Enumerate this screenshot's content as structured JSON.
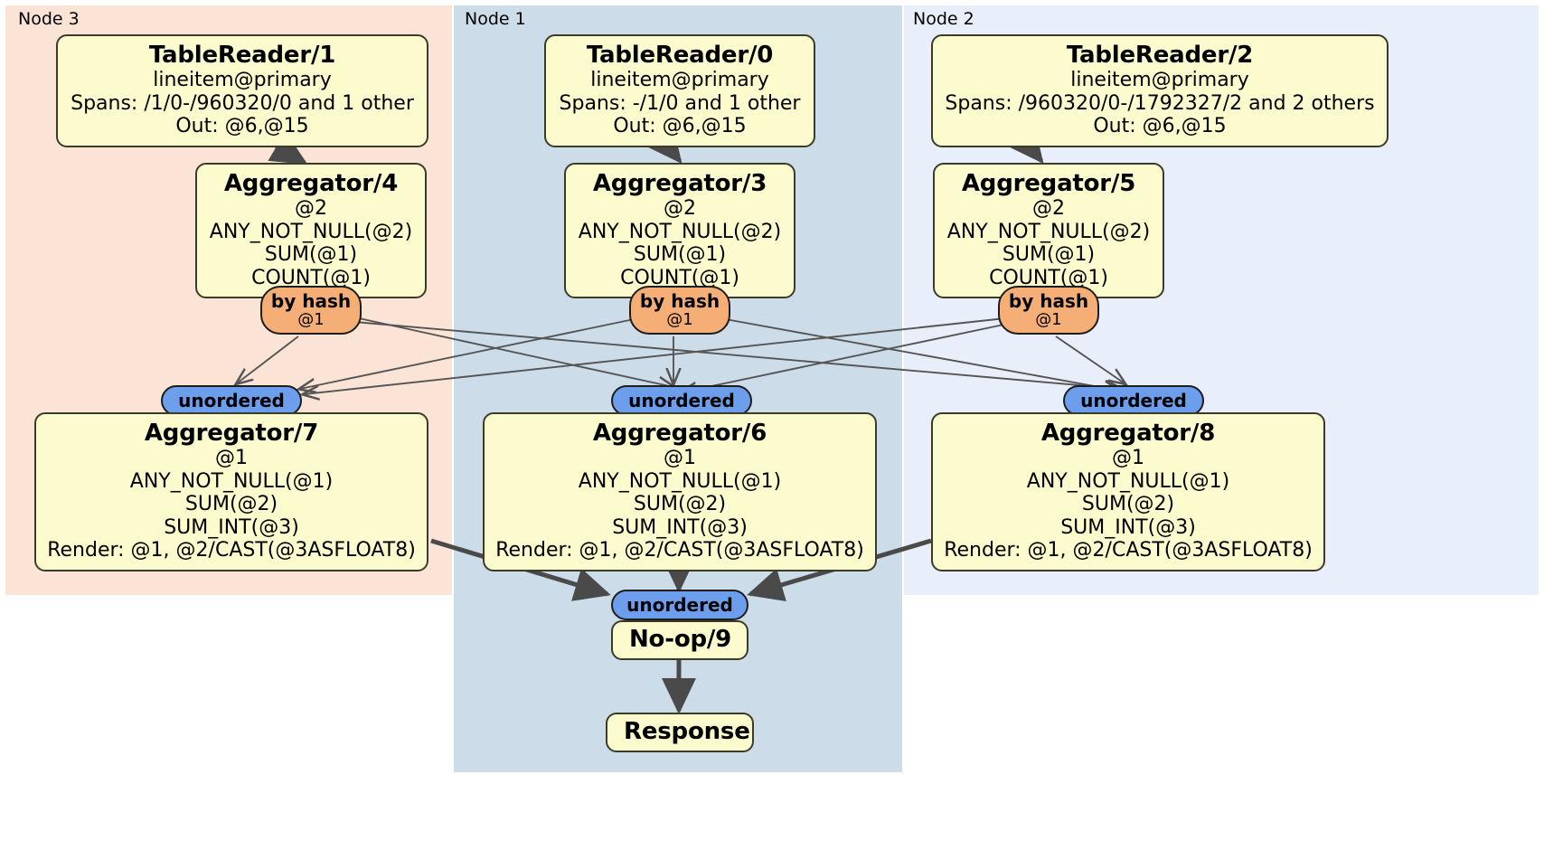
{
  "diagram": {
    "type": "distributed-query-plan",
    "colors": {
      "node3_bg": "#fbe3d6",
      "node1_bg": "#ccdce8",
      "node2_bg": "#e9effa",
      "processor_fill": "#fbfbcd",
      "processor_stroke": "#3b3b2a",
      "hash_router_fill": "#f6ae77",
      "unordered_sync_fill": "#6d9eeb",
      "edge_stroke": "#4a4a4a",
      "thin_edge_stroke": "#555555"
    }
  },
  "clusters": [
    {
      "id": "node3",
      "label": "Node 3"
    },
    {
      "id": "node1",
      "label": "Node 1"
    },
    {
      "id": "node2",
      "label": "Node 2"
    }
  ],
  "processors": {
    "table_reader_1": {
      "title": "TableReader/1",
      "lines": [
        "lineitem@primary",
        "Spans: /1/0-/960320/0 and 1 other",
        "Out: @6,@15"
      ]
    },
    "table_reader_0": {
      "title": "TableReader/0",
      "lines": [
        "lineitem@primary",
        "Spans: -/1/0 and 1 other",
        "Out: @6,@15"
      ]
    },
    "table_reader_2": {
      "title": "TableReader/2",
      "lines": [
        "lineitem@primary",
        "Spans: /960320/0-/1792327/2 and 2 others",
        "Out: @6,@15"
      ]
    },
    "aggregator_4": {
      "title": "Aggregator/4",
      "lines": [
        "@2",
        "ANY_NOT_NULL(@2)",
        "SUM(@1)",
        "COUNT(@1)"
      ]
    },
    "aggregator_3": {
      "title": "Aggregator/3",
      "lines": [
        "@2",
        "ANY_NOT_NULL(@2)",
        "SUM(@1)",
        "COUNT(@1)"
      ]
    },
    "aggregator_5": {
      "title": "Aggregator/5",
      "lines": [
        "@2",
        "ANY_NOT_NULL(@2)",
        "SUM(@1)",
        "COUNT(@1)"
      ]
    },
    "aggregator_7": {
      "title": "Aggregator/7",
      "lines": [
        "@1",
        "ANY_NOT_NULL(@1)",
        "SUM(@2)",
        "SUM_INT(@3)",
        "Render: @1, @2/CAST(@3ASFLOAT8)"
      ]
    },
    "aggregator_6": {
      "title": "Aggregator/6",
      "lines": [
        "@1",
        "ANY_NOT_NULL(@1)",
        "SUM(@2)",
        "SUM_INT(@3)",
        "Render: @1, @2/CAST(@3ASFLOAT8)"
      ]
    },
    "aggregator_8": {
      "title": "Aggregator/8",
      "lines": [
        "@1",
        "ANY_NOT_NULL(@1)",
        "SUM(@2)",
        "SUM_INT(@3)",
        "Render: @1, @2/CAST(@3ASFLOAT8)"
      ]
    },
    "noop_9": {
      "title": "No-op/9",
      "lines": []
    },
    "response": {
      "title": "Response",
      "lines": []
    }
  },
  "routers": {
    "hash_left": {
      "title": "by hash",
      "sub": "@1"
    },
    "hash_middle": {
      "title": "by hash",
      "sub": "@1"
    },
    "hash_right": {
      "title": "by hash",
      "sub": "@1"
    }
  },
  "synchronizers": {
    "unordered_left": {
      "title": "unordered"
    },
    "unordered_middle": {
      "title": "unordered"
    },
    "unordered_right": {
      "title": "unordered"
    },
    "unordered_final": {
      "title": "unordered"
    }
  }
}
